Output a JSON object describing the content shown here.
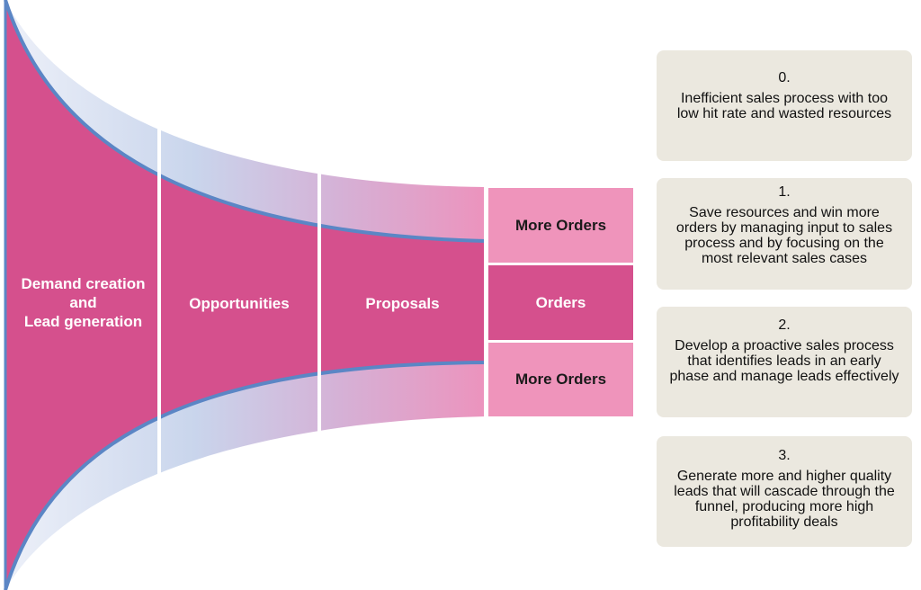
{
  "stages": [
    {
      "label": "Demand creation\nand\nLead generation"
    },
    {
      "label": "Opportunities"
    },
    {
      "label": "Proposals"
    }
  ],
  "orders": [
    {
      "label": "More Orders"
    },
    {
      "label": "Orders"
    },
    {
      "label": "More Orders"
    }
  ],
  "steps": [
    {
      "number": "0.",
      "text": "Inefficient sales process with too low hit rate and wasted resources"
    },
    {
      "number": "1.",
      "text": "Save resources and win more orders by managing input to sales process and by focusing on the most relevant sales cases"
    },
    {
      "number": "2.",
      "text": "Develop a proactive sales process that identifies leads in an early phase and manage leads effectively"
    },
    {
      "number": "3.",
      "text": "Generate more and higher quality leads that will cascade through the funnel, producing more high profitability deals"
    }
  ],
  "colors": {
    "funnel_core": "#d5508d",
    "funnel_edge": "#5b86c5",
    "wing_light": "#dfe6f3",
    "wing_pink": "#ec93bd",
    "order_light": "#ef94bb",
    "order_dark": "#d5508d",
    "info_bg": "#ebe8df"
  }
}
